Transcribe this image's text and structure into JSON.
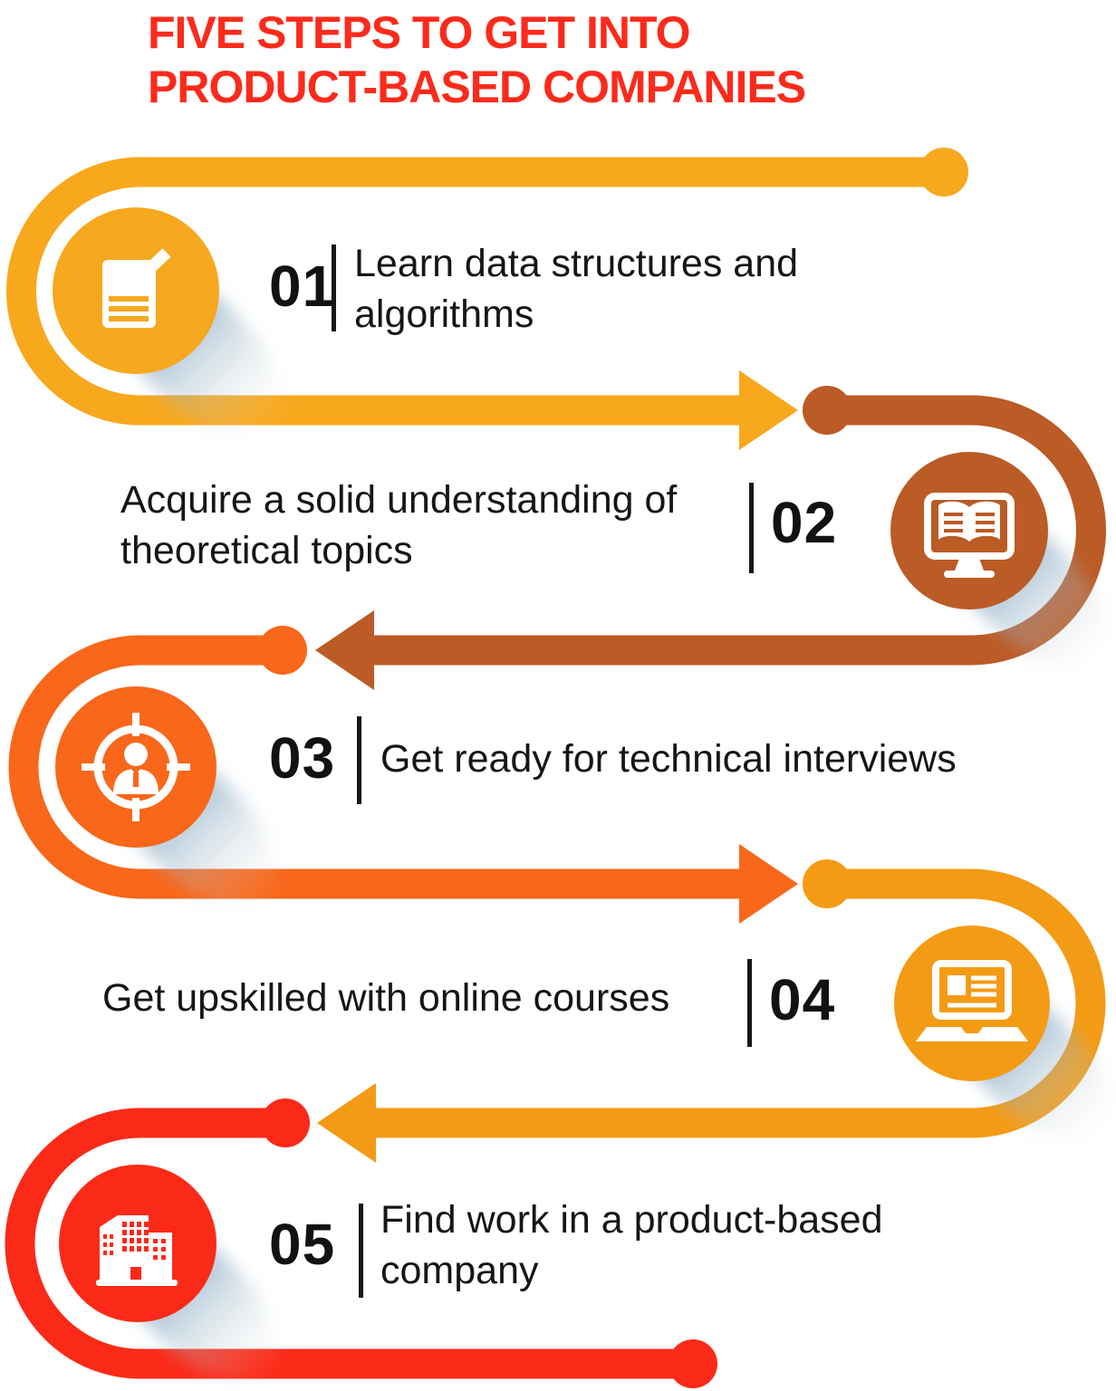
{
  "title": {
    "line1": "FIVE STEPS TO GET INTO",
    "line2": "PRODUCT-BASED COMPANIES",
    "color": "#FB2B1C"
  },
  "steps": [
    {
      "number": "01",
      "text": "Learn data structures and algorithms",
      "color": "#F8A81D",
      "icon": "note-pencil-icon"
    },
    {
      "number": "02",
      "text": "Acquire a solid understanding of theoretical topics",
      "color": "#BB5B26",
      "icon": "book-monitor-icon"
    },
    {
      "number": "03",
      "text": "Get ready for technical interviews",
      "color": "#F8671A",
      "icon": "target-person-icon"
    },
    {
      "number": "04",
      "text": "Get upskilled with online courses",
      "color": "#F49B15",
      "icon": "laptop-icon"
    },
    {
      "number": "05",
      "text": "Find work in a product-based company",
      "color": "#FB2A18",
      "icon": "buildings-icon"
    }
  ],
  "text_color": "#161616",
  "shadow_color": "#2D648F"
}
